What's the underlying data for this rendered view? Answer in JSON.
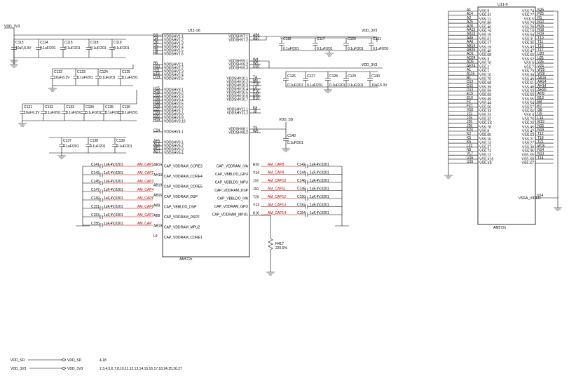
{
  "rails": {
    "vdd_3v3": "VDD_3V3",
    "vdd_sd": "VDD_SD"
  },
  "chip1": {
    "ref": "U11-16",
    "part": "AM572x",
    "left_pins": [
      {
        "pin": "E3",
        "name": "VDDSHV1.1"
      },
      {
        "pin": "G4",
        "name": "VDDSHV1.2"
      },
      {
        "pin": "G6",
        "name": "VDDSHV1.3"
      },
      {
        "pin": "G5",
        "name": "VDDSHV1.4"
      },
      {
        "pin": "H6",
        "name": "VDDSHV1.5"
      },
      {
        "pin": "H8",
        "name": "VDDSHV1.6"
      },
      {
        "pin": "B6",
        "name": "VDDSHV2.1"
      },
      {
        "pin": "H10",
        "name": "VDDSHV2.2"
      },
      {
        "pin": "H11",
        "name": "VDDSHV2.3"
      },
      {
        "pin": "E16",
        "name": "VDDSHV2.4"
      },
      {
        "pin": "D19",
        "name": "VDDSHV2.5"
      },
      {
        "pin": "H15",
        "name": "VDDSHV3.1"
      },
      {
        "pin": "H16",
        "name": "VDDSHV3.2"
      },
      {
        "pin": "D15",
        "name": "VDDSHV3.3"
      },
      {
        "pin": "D16",
        "name": "VDDSHV3.4"
      },
      {
        "pin": "H18",
        "name": "VDDSHV3.5"
      },
      {
        "pin": "H19",
        "name": "VDDSHV3.6"
      },
      {
        "pin": "E22",
        "name": "VDDSHV3.7"
      },
      {
        "pin": "D23",
        "name": "VDDSHV3.8"
      },
      {
        "pin": "B26",
        "name": "VDDSHV3.9"
      },
      {
        "pin": "H19",
        "name": "VDDSHV3.10"
      },
      {
        "pin": "C24",
        "name": "VDDSHV4.1"
      },
      {
        "pin": "AF5",
        "name": "VDDSHV6.1"
      },
      {
        "pin": "AE6",
        "name": "VDDSHV6.2"
      },
      {
        "pin": "AE1",
        "name": "VDDSHV6.3"
      },
      {
        "pin": "AD7",
        "name": "VDDSHV6.4"
      }
    ],
    "right_pins": [
      {
        "pin": "AB6",
        "name": "VDDSHV7.1"
      },
      {
        "pin": "AB7",
        "name": "VDDSHV7.2"
      },
      {
        "pin": "W4",
        "name": "VDDSHV9.1"
      },
      {
        "pin": "W5",
        "name": "VDDSHV9.2"
      },
      {
        "pin": "U10",
        "name": "VDDSHV9.3"
      },
      {
        "pin": "T4",
        "name": "VDDSHV10.1"
      },
      {
        "pin": "M4",
        "name": "VDDSHV10.2"
      },
      {
        "pin": "T10",
        "name": "VDDSHV10.3"
      },
      {
        "pin": "L4",
        "name": "VDDSHV10.4"
      },
      {
        "pin": "P10",
        "name": "VDDSHV10.5"
      },
      {
        "pin": "D10",
        "name": "VDDSHV10.6"
      },
      {
        "pin": "B10",
        "name": "VDDSHV10.7"
      },
      {
        "pin": "K8",
        "name": "VDDSHV11.1"
      },
      {
        "pin": "J8",
        "name": "VDDSHV11.2"
      },
      {
        "pin": "Y5",
        "name": "VDDSHV8.1"
      },
      {
        "pin": "W6",
        "name": "VDDSHV8.2"
      }
    ],
    "cap_left_pins": [
      {
        "pin": "AB15",
        "name": "CAP_VDDRAM_CORE3"
      },
      {
        "pin": "AH19",
        "name": "CAP_VDDRAM_CORE4"
      },
      {
        "pin": "AB19",
        "name": "CAP_VDDRAM_CORE5"
      },
      {
        "pin": "AB16",
        "name": "CAP_VDDRAM_DSP"
      },
      {
        "pin": "AK9",
        "name": "CAP_VBBLDO_DSP"
      },
      {
        "pin": "AB9",
        "name": "CAP_VDDRAM_DSP2"
      },
      {
        "pin": "AB19",
        "name": "CAP_VDDRAM_MPU2"
      },
      {
        "pin": "L9",
        "name": "CAP_VDDRAM_CORE1"
      }
    ],
    "cap_right_pins": [
      {
        "pin": "R20",
        "name": "CAP_VDDRAM_IVA"
      },
      {
        "pin": "Y14",
        "name": "CAP_VBBLDO_GPU"
      },
      {
        "pin": "J16",
        "name": "CAP_VBBLDO_MPU"
      },
      {
        "pin": "J10",
        "name": "CAP_VDDRAM_DSP"
      },
      {
        "pin": "T20",
        "name": "CAP_VBBLDO_IVA"
      },
      {
        "pin": "Y13",
        "name": "CAP_VDDRAM_GPU"
      },
      {
        "pin": "K16",
        "name": "CAP_VDDRAM_MPU1"
      }
    ]
  },
  "caps_top": [
    {
      "ref": "C113",
      "val": "10uF,6.3V"
    },
    {
      "ref": "C114",
      "val": "0.1uF/201"
    },
    {
      "ref": "C115",
      "val": "0.1uF/201"
    },
    {
      "ref": "C118",
      "val": "0.1uF/201"
    },
    {
      "ref": "C119",
      "val": "0.1uF/201"
    }
  ],
  "caps_row2": [
    {
      "ref": "C122",
      "val": "10uF,6.3V"
    },
    {
      "ref": "C123",
      "val": "0.1uF/201"
    },
    {
      "ref": "C124",
      "val": "0.1uF/201"
    },
    {
      "ref": "C125",
      "val": "0.1uF/201"
    }
  ],
  "caps_row3": [
    {
      "ref": "C131",
      "val": "10uF,6.3V"
    },
    {
      "ref": "C132",
      "val": "0.1uF/201"
    },
    {
      "ref": "C133",
      "val": "0.1uF/201"
    },
    {
      "ref": "C134",
      "val": "0.1uF/201"
    },
    {
      "ref": "C135",
      "val": "0.1uF/201"
    },
    {
      "ref": "C136",
      "val": "0.1uF/201"
    }
  ],
  "caps_row4": [
    {
      "ref": "C137",
      "val": "0.1uF/201"
    },
    {
      "ref": "C138",
      "val": "0.1uF/201"
    },
    {
      "ref": "C139",
      "val": "0.1uF/201"
    }
  ],
  "caps_right1": [
    {
      "ref": "C116",
      "val": "0.1uF/201"
    },
    {
      "ref": "C117",
      "val": "0.1uF/201"
    },
    {
      "ref": "C120",
      "val": "0.1uF/201"
    },
    {
      "ref": "C121",
      "val": "0.1uF/201"
    }
  ],
  "caps_right2": [
    {
      "ref": "C126",
      "val": "0.1uF/201"
    },
    {
      "ref": "C127",
      "val": "0.1uF/201"
    },
    {
      "ref": "C128",
      "val": "0.1uF/201"
    },
    {
      "ref": "C129",
      "val": "0.1uF/201"
    },
    {
      "ref": "C130",
      "val": "10uF,6.3V"
    }
  ],
  "cap_c140": {
    "ref": "C140",
    "val": "0.1uF/201"
  },
  "am_left": [
    {
      "ref": "C141",
      "val": "1uF,4V,0201",
      "net": "AM_CAP1"
    },
    {
      "ref": "C143",
      "val": "1uF,4V,0201",
      "net": "AM_CAP2"
    },
    {
      "ref": "C145",
      "val": "1uF,4V,0201",
      "net": "AM_CAP3"
    },
    {
      "ref": "C147",
      "val": "1uF,4V,0201",
      "net": "AM_CAP4"
    },
    {
      "ref": "C149",
      "val": "1uF,4V,0201",
      "net": "AM_CAP5"
    },
    {
      "ref": "C151",
      "val": "1uF,4V,0201",
      "net": "AM_CAP6"
    },
    {
      "ref": "C153",
      "val": "1uF,4V,0201",
      "net": "AM_CAP7"
    },
    {
      "ref": "C155",
      "val": "1uF,4V,0201",
      "net": "AM_CAP"
    }
  ],
  "am_right": [
    {
      "ref": "C142",
      "val": "1uF,4V,0201",
      "net": "AM_CAP8"
    },
    {
      "ref": "C144",
      "val": "1uF,4V,0201",
      "net": "AM_CAP9"
    },
    {
      "ref": "C146",
      "val": "1uF,4V,0201",
      "net": "AM_CAP10"
    },
    {
      "ref": "C148",
      "val": "1uF,4V,0201",
      "net": "AM_CAP11"
    },
    {
      "ref": "C150",
      "val": "1uF,4V,0201",
      "net": "AM_CAP12"
    },
    {
      "ref": "C152",
      "val": "1uF,4V,0201",
      "net": "AM_CAP13"
    },
    {
      "ref": "C154",
      "val": "1uF,4V,0201",
      "net": "AM_CAP14"
    }
  ],
  "resistor": {
    "ref": "R417",
    "val": "220,5%"
  },
  "chip2": {
    "ref": "U11-9",
    "part": "AM572x",
    "rows": [
      {
        "lp": "A1",
        "ln": "VSS.9",
        "rn": "VSS.74",
        "rp": "N25"
      },
      {
        "lp": "A14",
        "ln": "VSS.41",
        "rn": "VSS.77",
        "rp": "P25"
      },
      {
        "lp": "A2",
        "ln": "VSS.11",
        "rn": "VSS.5",
        "rp": "R1"
      },
      {
        "lp": "A25",
        "ln": "VSS.80",
        "rn": "VSS.29",
        "rp": "R12"
      },
      {
        "lp": "A28",
        "ln": "VSS.46",
        "rn": "VSS.28",
        "rp": "R15"
      },
      {
        "lp": "AA12",
        "ln": "VSS.79",
        "rn": "VSS.19",
        "rp": "R18"
      },
      {
        "lp": "AA13",
        "ln": "VSS.15",
        "rn": "VSS.64",
        "rp": "R19"
      },
      {
        "lp": "AA5",
        "ln": "VSS.61",
        "rn": "VSS.31",
        "rp": "T10"
      },
      {
        "lp": "AA6",
        "ln": "VSS.17",
        "rn": "VSS.36",
        "rp": "T11"
      },
      {
        "lp": "AB14",
        "ln": "VSS.19",
        "rn": "VSS.43",
        "rp": "T16"
      },
      {
        "lp": "AB26",
        "ln": "VSS.40",
        "rn": "VSS.47",
        "rp": "T17"
      },
      {
        "lp": "AD1",
        "ln": "VSS.68",
        "rn": "VSS.60",
        "rp": "U20"
      },
      {
        "lp": "AD24",
        "ln": "VSS.3",
        "rn": "VSS.62",
        "rp": "U21"
      },
      {
        "lp": "AD5",
        "ln": "VSS.70",
        "rn": "VSS.6",
        "rp": "V25"
      },
      {
        "lp": "AE24",
        "ln": "VSS.2",
        "rn": "VSS.7",
        "rp": "V24"
      },
      {
        "lp": "A1",
        "ln": "VSS.1",
        "rn": "VSS.73",
        "rp": "W25"
      },
      {
        "lp": "A116",
        "ln": "VSS.10",
        "rn": "VSS.34",
        "rp": "W28"
      },
      {
        "lp": "B1",
        "ln": "VSS.75",
        "rn": "VSS.49",
        "rp": "AA16"
      },
      {
        "lp": "D13",
        "ln": "VSS.58",
        "rn": "VSS.51",
        "rp": "AA14"
      },
      {
        "lp": "D15",
        "ln": "VSS.39",
        "rn": "VSS.48",
        "rp": "AH14"
      },
      {
        "lp": "D13",
        "ln": "VSS.59",
        "rn": "VSS.53",
        "rp": "AH20"
      },
      {
        "lp": "E19",
        "ln": "VSS.69",
        "rn": "VSS.50",
        "rp": "AH9"
      },
      {
        "lp": "E10",
        "ln": "VSS.49",
        "rn": "VSS.55",
        "rp": "B13"
      },
      {
        "lp": "F2",
        "ln": "VSS.44",
        "rn": "VSS.54",
        "rp": "B8"
      },
      {
        "lp": "F21",
        "ln": "VSS.56",
        "rn": "VSS.57",
        "rp": "E7"
      },
      {
        "lp": "H16",
        "ln": "VSS.33",
        "rn": "VSS.66",
        "rp": "G8"
      },
      {
        "lp": "J12",
        "ln": "VSS.23",
        "rn": "VSS.4",
        "rp": "G9"
      },
      {
        "lp": "J15",
        "ln": "VSS.32",
        "rn": "VSS.76",
        "rp": "L14"
      },
      {
        "lp": "J26",
        "ln": "VSS.XX",
        "rn": "VSS.20",
        "rp": "M19"
      },
      {
        "lp": "J28",
        "ln": "VSS.78",
        "rn": "VSS.45",
        "rp": "N15"
      },
      {
        "lp": "K24",
        "ln": "VSS.8",
        "rn": "VSS.42",
        "rp": "N19"
      },
      {
        "lp": "K2",
        "ln": "VSS.65",
        "rn": "VSS.63",
        "rp": "T12"
      },
      {
        "lp": "K5",
        "ln": "VSS.16",
        "rn": "VSS.21",
        "rp": "T18"
      },
      {
        "lp": "K6",
        "ln": "VSS.13",
        "rn": "VSS.27",
        "rp": "T21"
      },
      {
        "lp": "L22",
        "ln": "VSS.37",
        "rn": "VSS.30",
        "rp": "W15"
      },
      {
        "lp": "N5",
        "ln": "VSS.72",
        "rn": "VSS.35",
        "rp": "N14"
      },
      {
        "lp": "V17",
        "ln": "VSS.12",
        "rn": "VSS.X6",
        "rp": "N13"
      },
      {
        "lp": "U15",
        "ln": "VSS.X10",
        "rn": "VSS.X8",
        "rp": "T14"
      },
      {
        "lp": "U16",
        "ln": "VSS.X9",
        "rn": "VSS.X7",
        "rp": ""
      }
    ],
    "video": {
      "name": "VSSA_VIDEO",
      "pin": "U14"
    }
  },
  "footer": {
    "r1": {
      "net": "VDD_SD",
      "label": "VDD_SD",
      "pages": "4,18"
    },
    "r2": {
      "net": "VDD_3V3",
      "label": "VDD_3V3",
      "pages": "2,3,4,5,6,7,8,10,11,12,13,14,15,16,17,18,24,25,26,27"
    }
  }
}
